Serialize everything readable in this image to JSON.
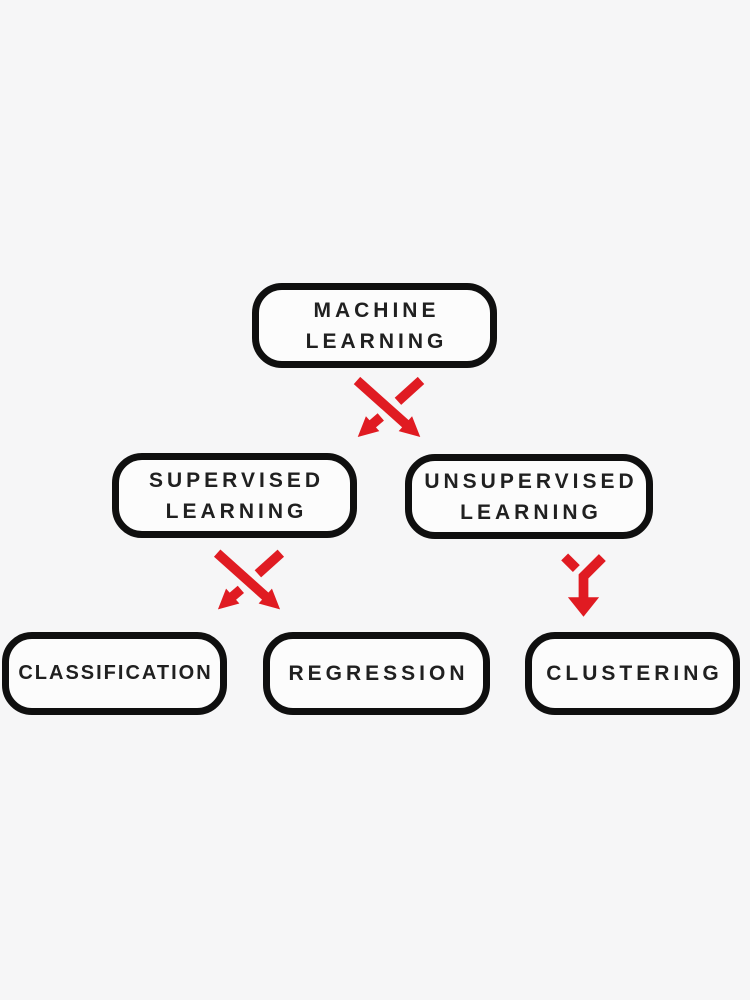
{
  "diagram": {
    "nodes": {
      "machine_learning": {
        "label": "MACHINE\nLEARNING"
      },
      "supervised": {
        "label": "SUPERVISED\nLEARNING"
      },
      "unsupervised": {
        "label": "UNSUPERVISED\nLEARNING"
      },
      "classification": {
        "label": "CLASSIFICATION"
      },
      "regression": {
        "label": "REGRESSION"
      },
      "clustering": {
        "label": "CLUSTERING"
      }
    },
    "edges": [
      {
        "from": "machine-learning",
        "to": [
          "supervised-learning",
          "unsupervised-learning"
        ],
        "icon": "crossed-arrows-icon"
      },
      {
        "from": "supervised-learning",
        "to": [
          "classification",
          "regression"
        ],
        "icon": "crossed-arrows-icon"
      },
      {
        "from": "unsupervised-learning",
        "to": [
          "clustering"
        ],
        "icon": "merge-arrow-icon"
      }
    ],
    "icons": {
      "crossed_arrows": "crossed-arrows-icon",
      "merge_arrow": "merge-arrow-icon"
    },
    "colors": {
      "background": "#f6f6f7",
      "node_fill": "#fcfcfc",
      "node_border": "#0f0f0f",
      "label_text": "#202020",
      "arrow_red": "#e01b22"
    }
  }
}
